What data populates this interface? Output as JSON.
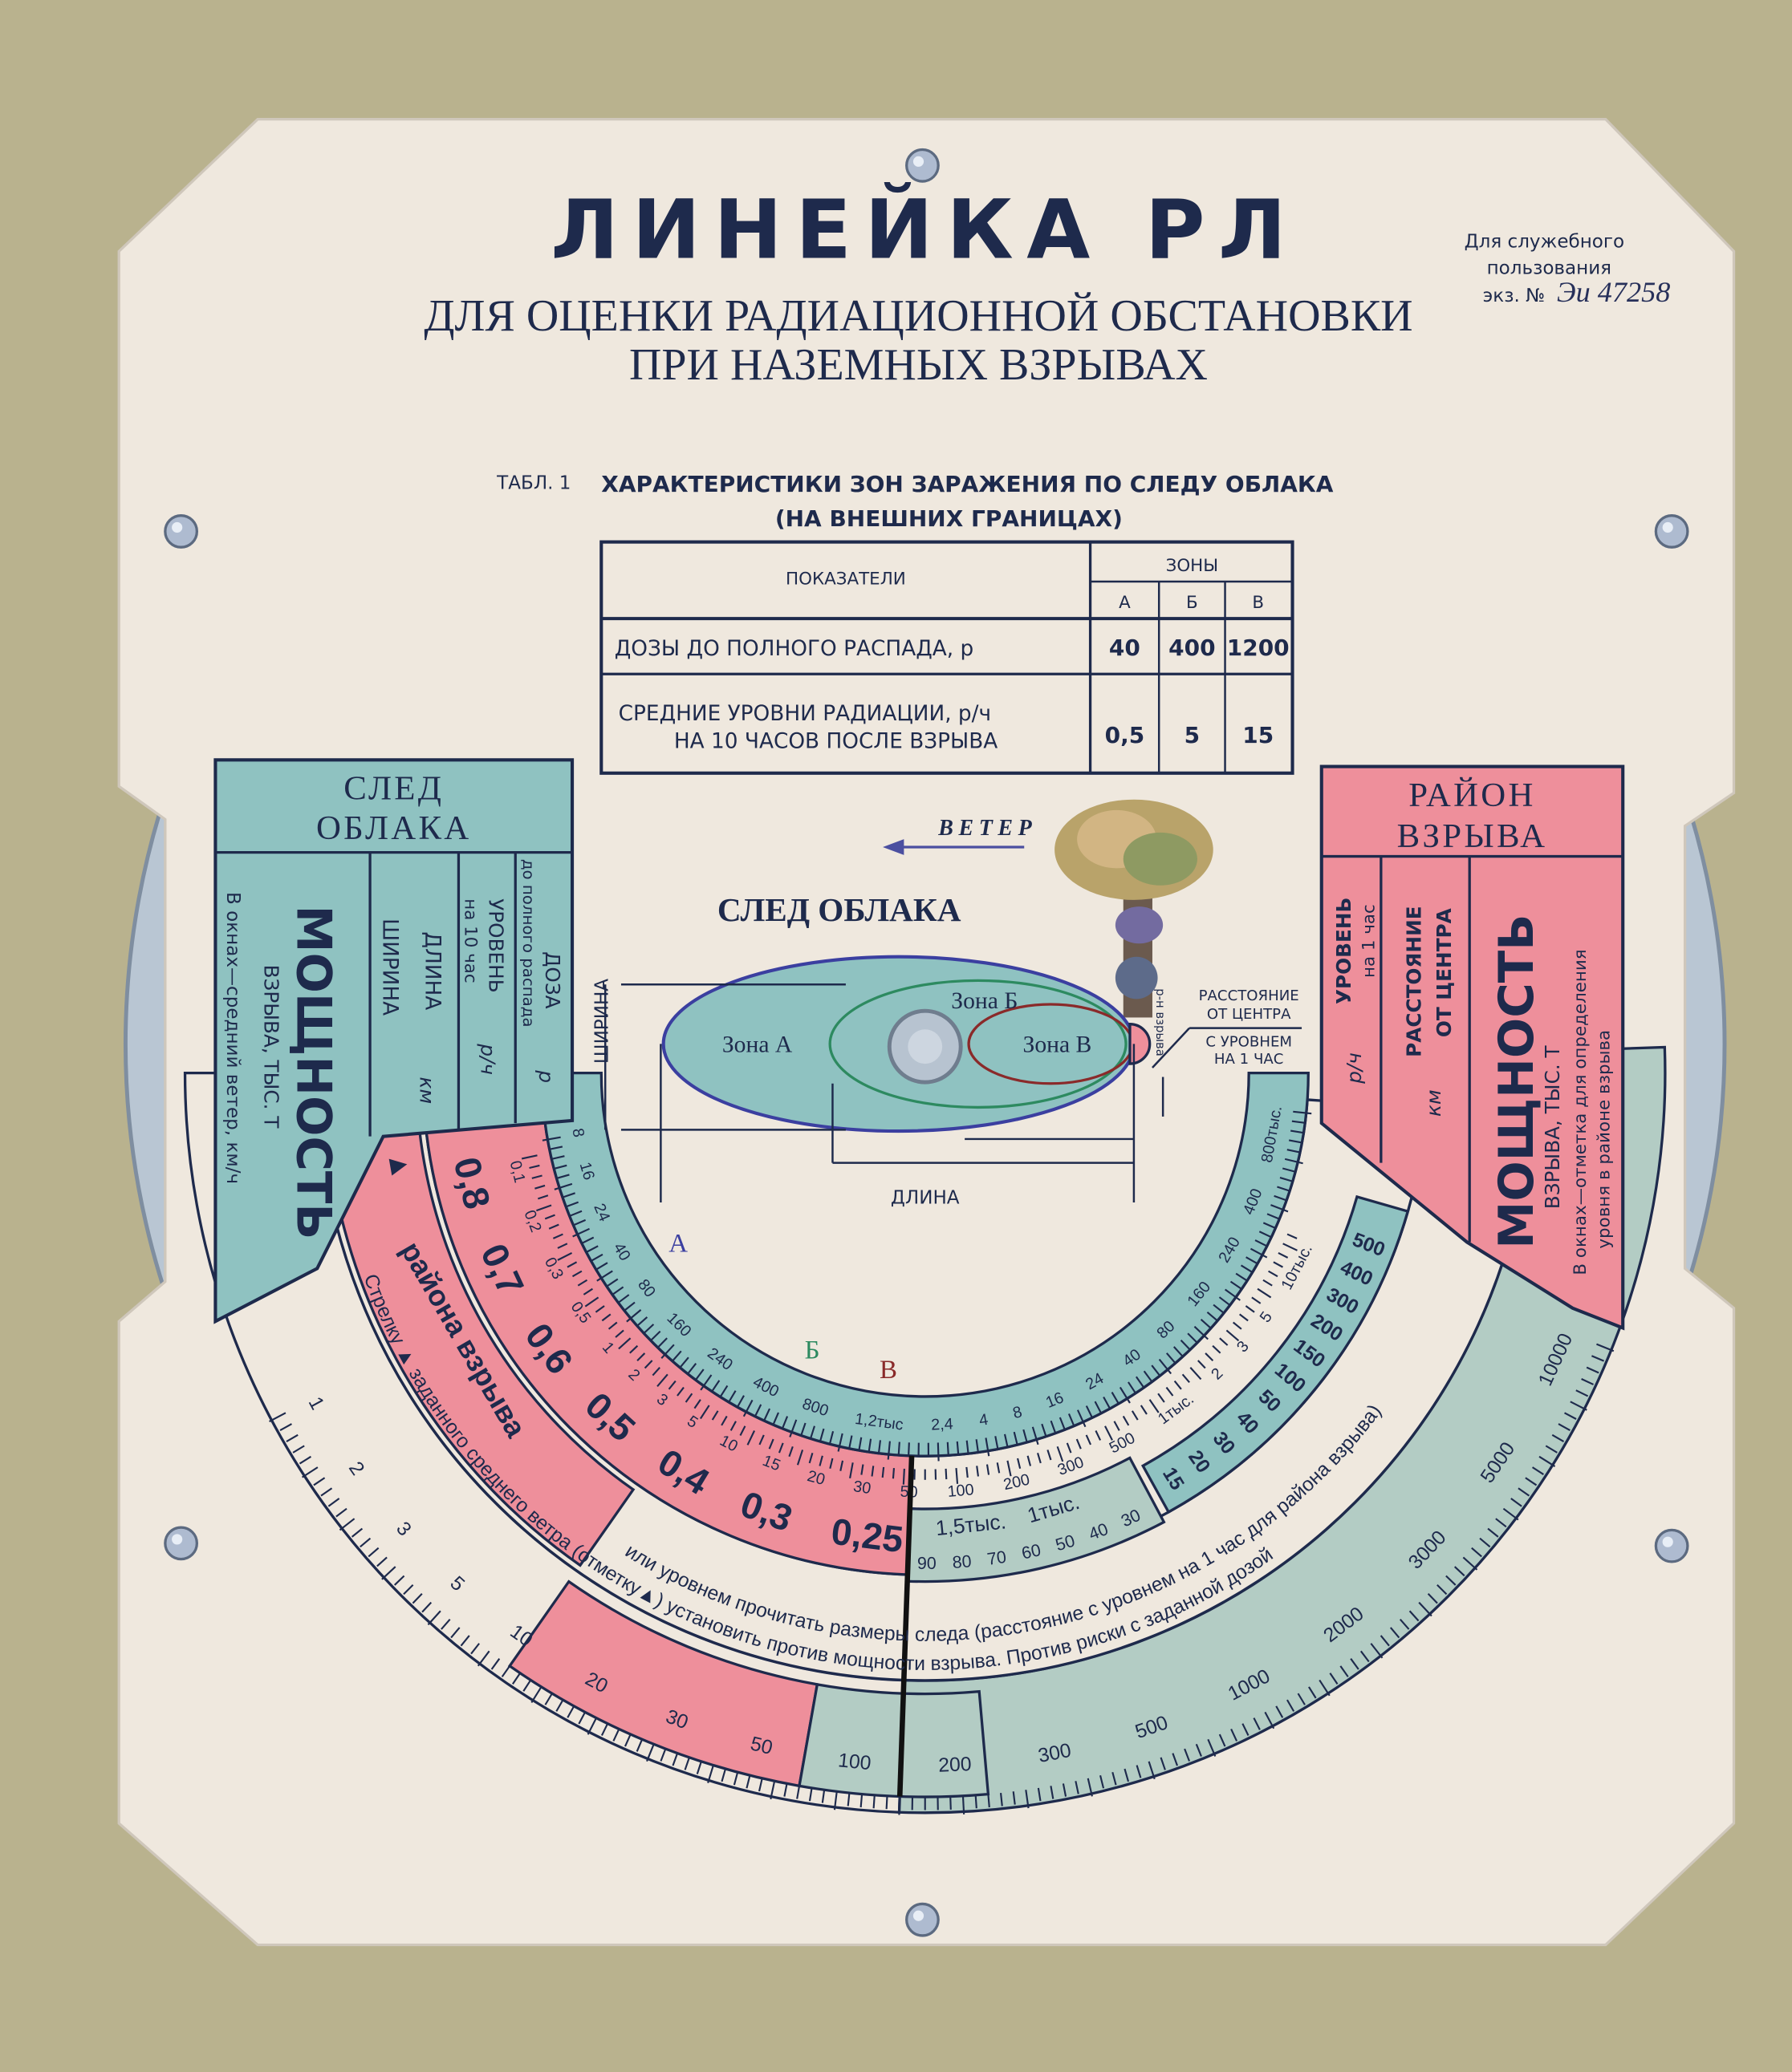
{
  "header": {
    "title": "ЛИНЕЙКА РЛ",
    "subtitle_line1": "ДЛЯ ОЦЕНКИ РАДИАЦИОННОЙ ОБСТАНОВКИ",
    "subtitle_line2": "ПРИ НАЗЕМНЫХ ВЗРЫВАХ"
  },
  "stamp": {
    "line1": "Для служебного",
    "line2": "пользования",
    "line3": "экз. №",
    "handwritten_number": "Эи 47258"
  },
  "table": {
    "caption_prefix": "ТАБЛ. 1",
    "caption": "ХАРАКТЕРИСТИКИ ЗОН ЗАРАЖЕНИЯ ПО СЛЕДУ ОБЛАКА",
    "caption_sub": "(НА ВНЕШНИХ ГРАНИЦАХ)",
    "col_header": "ПОКАЗАТЕЛИ",
    "zones_header": "ЗОНЫ",
    "zones": [
      "А",
      "Б",
      "В"
    ],
    "rows": [
      {
        "label1": "ДОЗЫ ДО ПОЛНОГО РАСПАДА,  р",
        "label2": "",
        "values": [
          "40",
          "400",
          "1200"
        ]
      },
      {
        "label1": "СРЕДНИЕ УРОВНИ РАДИАЦИИ, р/ч",
        "label2": "НА  10 ЧАСОВ ПОСЛЕ ВЗРЫВА",
        "values": [
          "0,5",
          "5",
          "15"
        ]
      }
    ]
  },
  "diagram": {
    "wind": "ВЕТЕР",
    "title": "СЛЕД  ОБЛАКА",
    "zone_a": "Зона  А",
    "zone_b": "Зона  Б",
    "zone_v": "Зона  В",
    "width": "ШИРИНА",
    "length": "ДЛИНА",
    "blast_area": "р-н взрыва",
    "distance1": "РАССТОЯНИЕ",
    "distance2": "ОТ ЦЕНТРА",
    "level1": "С УРОВНЕМ",
    "level2": "НА 1 ЧАС"
  },
  "left_panel": {
    "title1": "СЛЕД",
    "title2": "ОБЛАКА",
    "power": "МОЩНОСТЬ",
    "power_unit": "ВЗРЫВА, ТЫС. Т",
    "windows_note": "В окнах—средний ветер, км/ч",
    "width": "ШИРИНА",
    "length": "ДЛИНА",
    "km": "км",
    "level": "УРОВЕНЬ",
    "level_sub": "на 10 час",
    "level_unit": "р/ч",
    "dose": "ДОЗА",
    "dose_sub": "до полного распада",
    "dose_unit": "р"
  },
  "right_panel": {
    "title1": "РАЙОН",
    "title2": "ВЗРЫВА",
    "level": "УРОВЕНЬ",
    "level_sub": "на 1 час",
    "level_unit": "р/ч",
    "distance1": "РАССТОЯНИЕ",
    "distance2": "ОТ ЦЕНТРА",
    "km": "км",
    "power": "МОЩНОСТЬ",
    "power_unit": "ВЗРЫВА, ТЫС. Т",
    "windows_note1": "В окнах—отметка для определения",
    "windows_note2": "уровня в районе взрыва"
  },
  "scales": {
    "dose": [
      "8",
      "16",
      "24",
      "40",
      "80",
      "160",
      "240",
      "400",
      "800",
      "1,2тыс",
      "2,4",
      "4",
      "8",
      "16",
      "24",
      "40",
      "80",
      "160",
      "240",
      "400",
      "800тыс."
    ],
    "zone_marks": [
      "А",
      "Б",
      "В"
    ],
    "zone_mark_values": [
      "40",
      "400",
      "1,2тыс"
    ],
    "level10": [
      "0,1",
      "0,2",
      "0,3",
      "0,5",
      "1",
      "2",
      "3",
      "5",
      "10",
      "15",
      "20",
      "30",
      "50",
      "100",
      "200",
      "300",
      "500",
      "1тыс.",
      "2",
      "3",
      "5",
      "10тыс."
    ],
    "power_pink": [
      "0,8",
      "0,7",
      "0,6",
      "0,5",
      "0,4",
      "0,3",
      "0,25"
    ],
    "window_power": [
      "1,5тыс.",
      "1тыс."
    ],
    "window_wind": [
      "90",
      "80",
      "70",
      "60",
      "50",
      "40",
      "30"
    ],
    "right_power": [
      "15",
      "20",
      "30",
      "40",
      "50",
      "100",
      "150",
      "200",
      "300",
      "400",
      "500"
    ],
    "outer": [
      "1",
      "2",
      "3",
      "5",
      "10",
      "20",
      "30",
      "50",
      "100",
      "200",
      "300",
      "500",
      "1000",
      "2000",
      "3000",
      "5000",
      "10000"
    ],
    "blast_strip": "района взрыва",
    "instruction1": "Стрелку ▲ заданного среднего ветра (отметку▲) установить против мощности взрыва. Против риски с заданной дозой",
    "instruction2": "или уровнем прочитать размеры следа (расстояние с уровнем на 1 час для района взрыва)"
  },
  "colors": {
    "ink": "#1e2a4c",
    "paper": "#efe8de",
    "teal": "#8fc2c1",
    "pink": "#ee8f9b",
    "grayteal": "#b3ccc4"
  }
}
